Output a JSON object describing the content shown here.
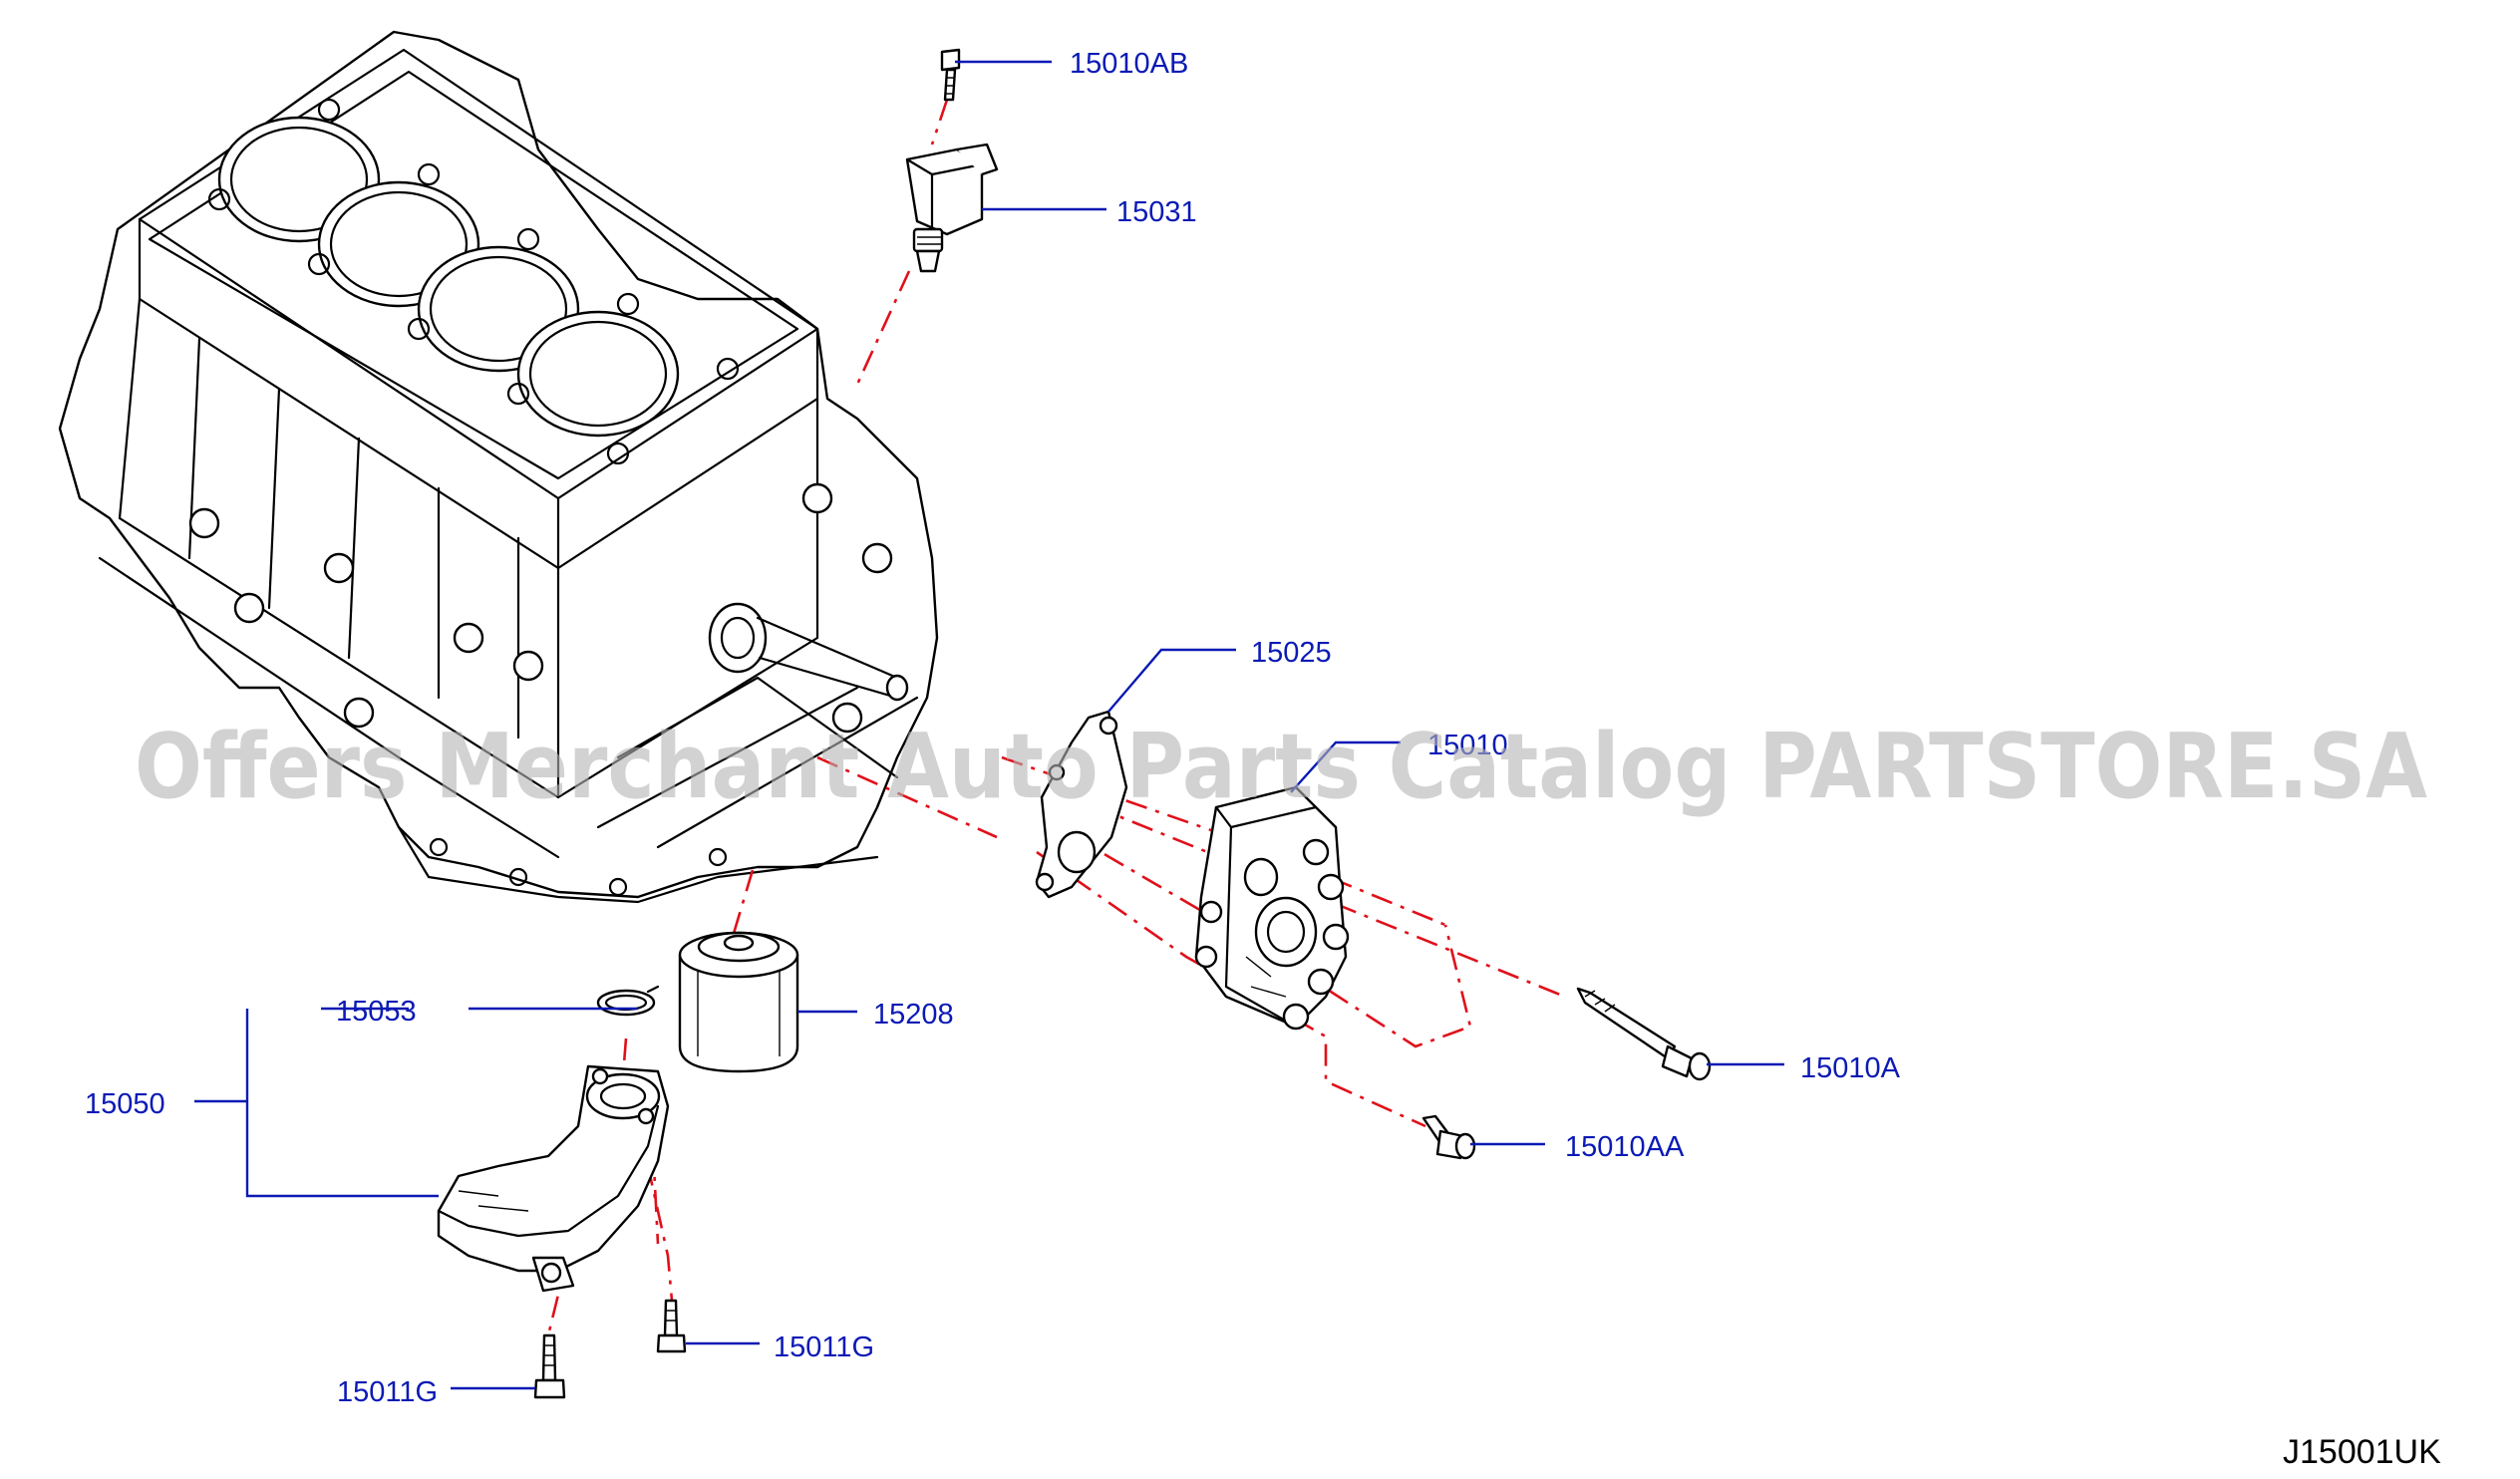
{
  "diagram_code": "J15001UK",
  "watermark": "Offers Merchant Auto Parts Catalog PARTSTORE.SA",
  "colors": {
    "label": "#0b1ab5",
    "leader": "#0b1ab5",
    "dashed": "#e0101a",
    "line": "#000000",
    "watermark": "#b4b4b4"
  },
  "labels": {
    "p15010AB": "15010AB",
    "p15031": "15031",
    "p15025": "15025",
    "p15010": "15010",
    "p15053": "15053",
    "p15208": "15208",
    "p15050": "15050",
    "p15010A": "15010A",
    "p15010AA": "15010AA",
    "p15011G_right": "15011G",
    "p15011G_left": "15011G"
  },
  "parts": [
    {
      "number": "15010AB",
      "description": "bolt"
    },
    {
      "number": "15031",
      "description": "oil pressure valve"
    },
    {
      "number": "15025",
      "description": "gasket"
    },
    {
      "number": "15010",
      "description": "oil pump"
    },
    {
      "number": "15053",
      "description": "o-ring"
    },
    {
      "number": "15208",
      "description": "oil filter"
    },
    {
      "number": "15050",
      "description": "oil strainer"
    },
    {
      "number": "15010A",
      "description": "bolt"
    },
    {
      "number": "15010AA",
      "description": "bolt"
    },
    {
      "number": "15011G",
      "description": "bolt"
    }
  ]
}
